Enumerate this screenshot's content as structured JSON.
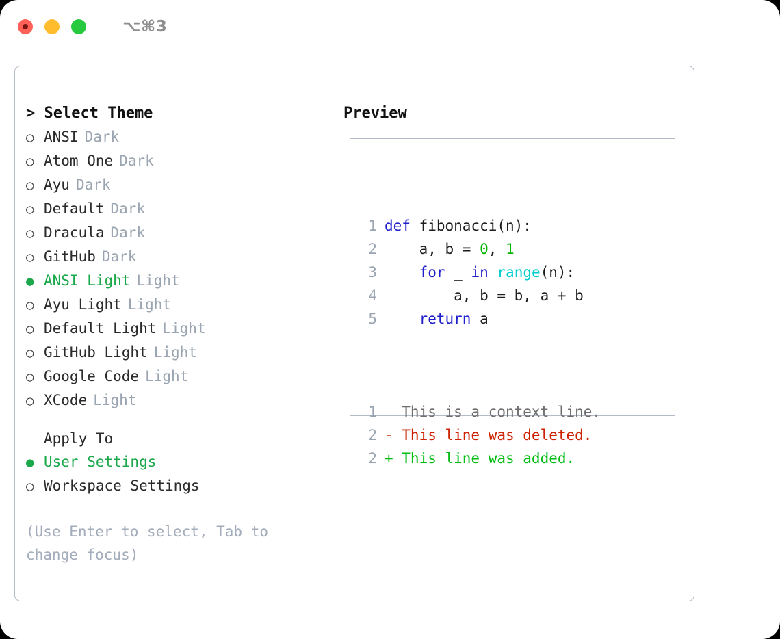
{
  "window": {
    "shortcut": "⌥⌘3",
    "traffic_lights": [
      {
        "name": "close-button",
        "color": "#ff6058"
      },
      {
        "name": "minimize-button",
        "color": "#ffbd2e"
      },
      {
        "name": "maximize-button",
        "color": "#27c93f"
      }
    ]
  },
  "theme_panel": {
    "heading": "> Select Theme",
    "selected_marker": "●",
    "unselected_marker": "○",
    "items": [
      {
        "marker": "○",
        "name": "ANSI",
        "suffix": "Dark",
        "selected": false
      },
      {
        "marker": "○",
        "name": "Atom One",
        "suffix": "Dark",
        "selected": false
      },
      {
        "marker": "○",
        "name": "Ayu",
        "suffix": "Dark",
        "selected": false
      },
      {
        "marker": "○",
        "name": "Default",
        "suffix": "Dark",
        "selected": false
      },
      {
        "marker": "○",
        "name": "Dracula",
        "suffix": "Dark",
        "selected": false
      },
      {
        "marker": "○",
        "name": "GitHub",
        "suffix": "Dark",
        "selected": false
      },
      {
        "marker": "●",
        "name": "ANSI Light",
        "suffix": "Light",
        "selected": true
      },
      {
        "marker": "○",
        "name": "Ayu Light",
        "suffix": "Light",
        "selected": false
      },
      {
        "marker": "○",
        "name": "Default Light",
        "suffix": "Light",
        "selected": false
      },
      {
        "marker": "○",
        "name": "GitHub Light",
        "suffix": "Light",
        "selected": false
      },
      {
        "marker": "○",
        "name": "Google Code",
        "suffix": "Light",
        "selected": false
      },
      {
        "marker": "○",
        "name": "XCode",
        "suffix": "Light",
        "selected": false
      }
    ]
  },
  "apply_to": {
    "title": "Apply To",
    "options": [
      {
        "marker": "●",
        "label": "User Settings",
        "selected": true
      },
      {
        "marker": "○",
        "label": "Workspace Settings",
        "selected": false
      }
    ]
  },
  "hint": "(Use Enter to select, Tab to change focus)",
  "preview": {
    "title": "Preview",
    "code_lines": [
      {
        "lineno": "1",
        "tokens": [
          {
            "text": "def",
            "style": "kw"
          },
          {
            "text": " fibonacci(n):",
            "style": "plain"
          }
        ]
      },
      {
        "lineno": "2",
        "tokens": [
          {
            "text": "    a, b = ",
            "style": "plain"
          },
          {
            "text": "0",
            "style": "num"
          },
          {
            "text": ", ",
            "style": "plain"
          },
          {
            "text": "1",
            "style": "num"
          }
        ]
      },
      {
        "lineno": "3",
        "tokens": [
          {
            "text": "    ",
            "style": "plain"
          },
          {
            "text": "for",
            "style": "kw"
          },
          {
            "text": " _ ",
            "style": "plain"
          },
          {
            "text": "in",
            "style": "kw"
          },
          {
            "text": " ",
            "style": "plain"
          },
          {
            "text": "range",
            "style": "fn"
          },
          {
            "text": "(n):",
            "style": "plain"
          }
        ]
      },
      {
        "lineno": "4",
        "tokens": [
          {
            "text": "        a, b = b, a + b",
            "style": "plain"
          }
        ]
      },
      {
        "lineno": "5",
        "tokens": [
          {
            "text": "    ",
            "style": "plain"
          },
          {
            "text": "return",
            "style": "kw"
          },
          {
            "text": " a",
            "style": "plain"
          }
        ]
      }
    ],
    "diff_lines": [
      {
        "lineno": "1",
        "marker": " ",
        "text": "This is a context line.",
        "kind": "ctx"
      },
      {
        "lineno": "2",
        "marker": "-",
        "text": "This line was deleted.",
        "kind": "del"
      },
      {
        "lineno": "2",
        "marker": "+",
        "text": "This line was added.",
        "kind": "add"
      }
    ]
  },
  "colors": {
    "accent_green": "#1aa84a",
    "keyword_blue": "#1f1fcc",
    "number_green": "#00b300",
    "function_cyan": "#00cdcd",
    "diff_delete_red": "#cc2200",
    "diff_add_green": "#00bb11",
    "muted_gray": "#9aa5b1",
    "border_gray": "#b3bcc8"
  }
}
